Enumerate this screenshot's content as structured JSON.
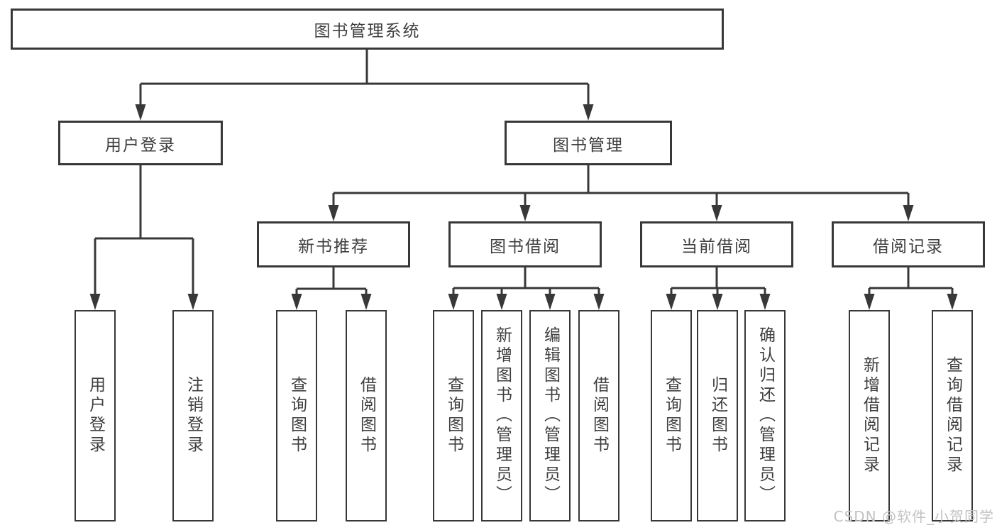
{
  "diagram": {
    "title_node": {
      "label": "图书管理系统"
    },
    "level2": [
      {
        "label": "用户登录"
      },
      {
        "label": "图书管理"
      }
    ],
    "level3": [
      {
        "label": "新书推荐",
        "parent": "图书管理"
      },
      {
        "label": "图书借阅",
        "parent": "图书管理"
      },
      {
        "label": "当前借阅",
        "parent": "图书管理"
      },
      {
        "label": "借阅记录",
        "parent": "图书管理"
      }
    ],
    "leaves": [
      {
        "label": "用户登录",
        "parent": "用户登录"
      },
      {
        "label": "注销登录",
        "parent": "用户登录"
      },
      {
        "label": "查询图书",
        "parent": "新书推荐"
      },
      {
        "label": "借阅图书",
        "parent": "新书推荐"
      },
      {
        "label": "查询图书",
        "parent": "图书借阅"
      },
      {
        "label": "新增图书（管理员）",
        "parent": "图书借阅"
      },
      {
        "label": "编辑图书（管理员）",
        "parent": "图书借阅"
      },
      {
        "label": "借阅图书",
        "parent": "图书借阅"
      },
      {
        "label": "查询图书",
        "parent": "当前借阅"
      },
      {
        "label": "归还图书",
        "parent": "当前借阅"
      },
      {
        "label": "确认归还（管理员）",
        "parent": "当前借阅"
      },
      {
        "label": "新增借阅记录",
        "parent": "借阅记录"
      },
      {
        "label": "查询借阅记录",
        "parent": "借阅记录"
      }
    ],
    "watermark": "CSDN @软件_小贺同学",
    "colors": {
      "line": "#383838",
      "text": "#3f3f3f",
      "watermark": "#c2c2c2",
      "background": "#ffffff"
    }
  }
}
